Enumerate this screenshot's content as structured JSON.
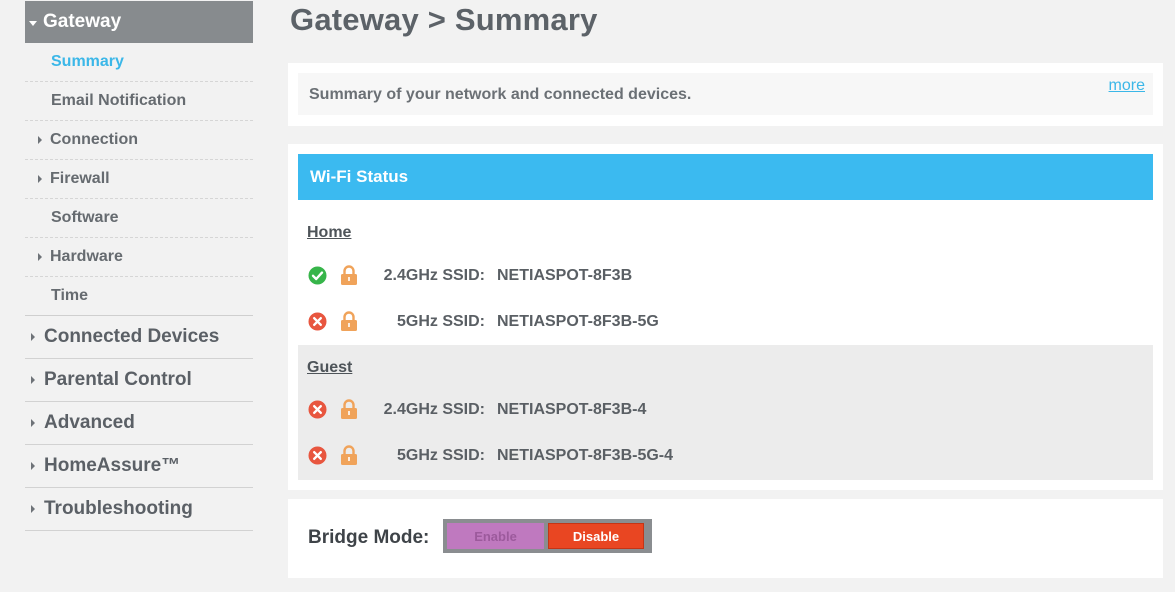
{
  "sidebar": {
    "top": {
      "label": "Gateway"
    },
    "sub_items": [
      {
        "label": "Summary",
        "active": true,
        "caret": false
      },
      {
        "label": "Email Notification",
        "active": false,
        "caret": false
      },
      {
        "label": "Connection",
        "active": false,
        "caret": true
      },
      {
        "label": "Firewall",
        "active": false,
        "caret": true
      },
      {
        "label": "Software",
        "active": false,
        "caret": false
      },
      {
        "label": "Hardware",
        "active": false,
        "caret": true
      },
      {
        "label": "Time",
        "active": false,
        "caret": false
      }
    ],
    "main_items": [
      {
        "label": "Connected Devices"
      },
      {
        "label": "Parental Control"
      },
      {
        "label": "Advanced"
      },
      {
        "label": "HomeAssure™"
      },
      {
        "label": "Troubleshooting"
      }
    ]
  },
  "page": {
    "title": "Gateway > Summary",
    "summary_text": "Summary of your network and connected devices.",
    "more_label": "more"
  },
  "wifi": {
    "header": "Wi-Fi Status",
    "home": {
      "label": "Home",
      "rows": [
        {
          "status": "on",
          "status_icon": "check-circle-icon",
          "band": "2.4GHz SSID:",
          "ssid": "NETIASPOT-8F3B"
        },
        {
          "status": "off",
          "status_icon": "x-circle-icon",
          "band": "5GHz SSID:",
          "ssid": "NETIASPOT-8F3B-5G"
        }
      ]
    },
    "guest": {
      "label": "Guest",
      "rows": [
        {
          "status": "off",
          "status_icon": "x-circle-icon",
          "band": "2.4GHz SSID:",
          "ssid": "NETIASPOT-8F3B-4"
        },
        {
          "status": "off",
          "status_icon": "x-circle-icon",
          "band": "5GHz SSID:",
          "ssid": "NETIASPOT-8F3B-5G-4"
        }
      ]
    }
  },
  "bridge": {
    "label": "Bridge Mode:",
    "enable_label": "Enable",
    "disable_label": "Disable",
    "selected": "Disable"
  },
  "colors": {
    "accent": "#3bbaf0",
    "active_link": "#3bb7e8",
    "ok": "#37b54a",
    "error": "#e8563f",
    "lock": "#f0a35a",
    "disable": "#e94622",
    "enable": "#bf79bf"
  }
}
